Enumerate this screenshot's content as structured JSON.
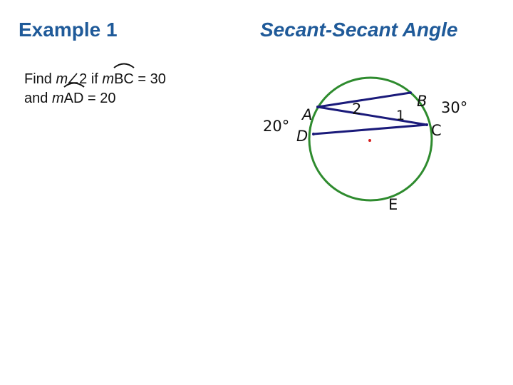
{
  "slide": {
    "example_word": "Example",
    "example_number": "1",
    "title": "Secant-Secant  Angle"
  },
  "problem": {
    "find_word": "Find",
    "m1": "m",
    "angle_number": "2",
    "if_word": "if",
    "m2": "m",
    "arc1": "BC",
    "eq1": "= 30",
    "and_word": "and",
    "m3": "m",
    "arc2": "AD",
    "eq2": "= 20"
  },
  "figure": {
    "points": {
      "A": "A",
      "B": "B",
      "C": "C",
      "D": "D",
      "E": "E"
    },
    "angle_labels": {
      "two": "2",
      "one": "1"
    },
    "arc_measures": {
      "arc_AD": "20°",
      "arc_BC": "30°"
    }
  },
  "colors": {
    "heading": "#1f5a99",
    "circle": "#2e8b2e",
    "secant": "#1a1a7a",
    "point": "#d62020",
    "text": "#111111"
  }
}
